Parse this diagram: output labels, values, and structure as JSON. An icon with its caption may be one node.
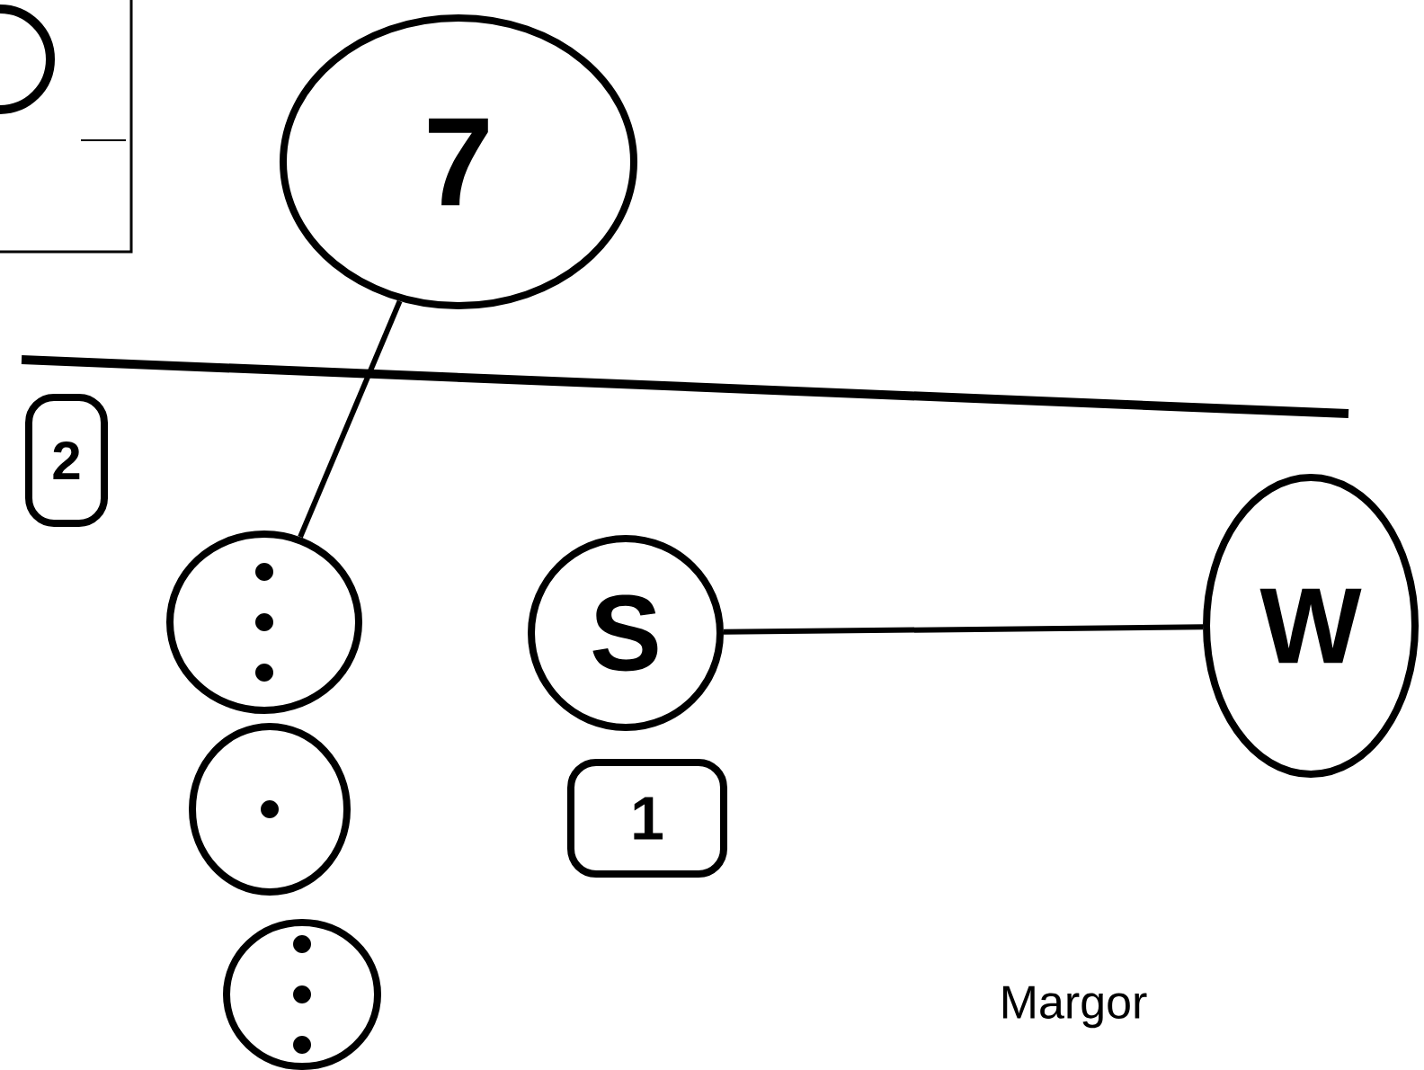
{
  "diagram": {
    "nodes": [
      {
        "text": [
          "7"
        ]
      },
      {
        "text": [
          "2"
        ]
      },
      {
        "text": [],
        "shape": "circle"
      },
      {
        "text": [
          "S"
        ]
      },
      {
        "text": [
          "W"
        ]
      },
      {
        "text": [
          "1"
        ]
      },
      {
        "text": [],
        "shape": "circle"
      },
      {
        "text": [],
        "shape": "circle"
      }
    ],
    "edges": [
      {
        "from": 0,
        "to": 2,
        "arrow": "none"
      },
      {
        "from": 3,
        "to": 4,
        "arrow": "none"
      }
    ],
    "labels": [
      "Margor"
    ]
  }
}
